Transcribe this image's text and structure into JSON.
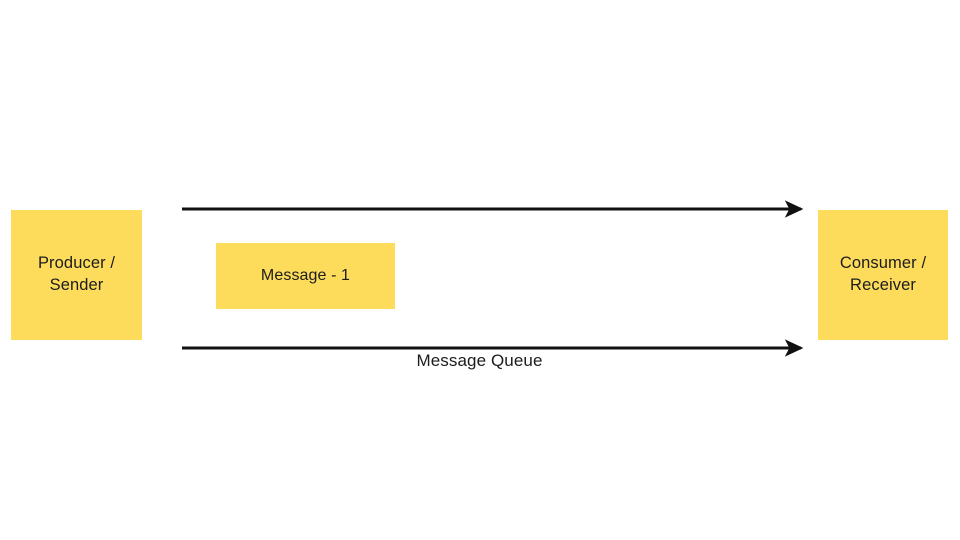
{
  "diagram": {
    "title": "Message Queue producer-consumer diagram",
    "background_color": "#ffffff",
    "node_fill_color": "#fddc5c",
    "text_color": "#1c1c1c",
    "line_color": "#111111",
    "nodes": [
      {
        "id": "producer",
        "label": "Producer /\nSender",
        "line1": "Producer /",
        "line2": "Sender"
      },
      {
        "id": "message",
        "label": "Message - 1"
      },
      {
        "id": "consumer",
        "label": "Consumer /\nReceiver",
        "line1": "Consumer /",
        "line2": "Receiver"
      }
    ],
    "connectors": {
      "top_arrow_label": "",
      "bottom_arrow_label": "",
      "queue_label": "Message Queue"
    }
  }
}
